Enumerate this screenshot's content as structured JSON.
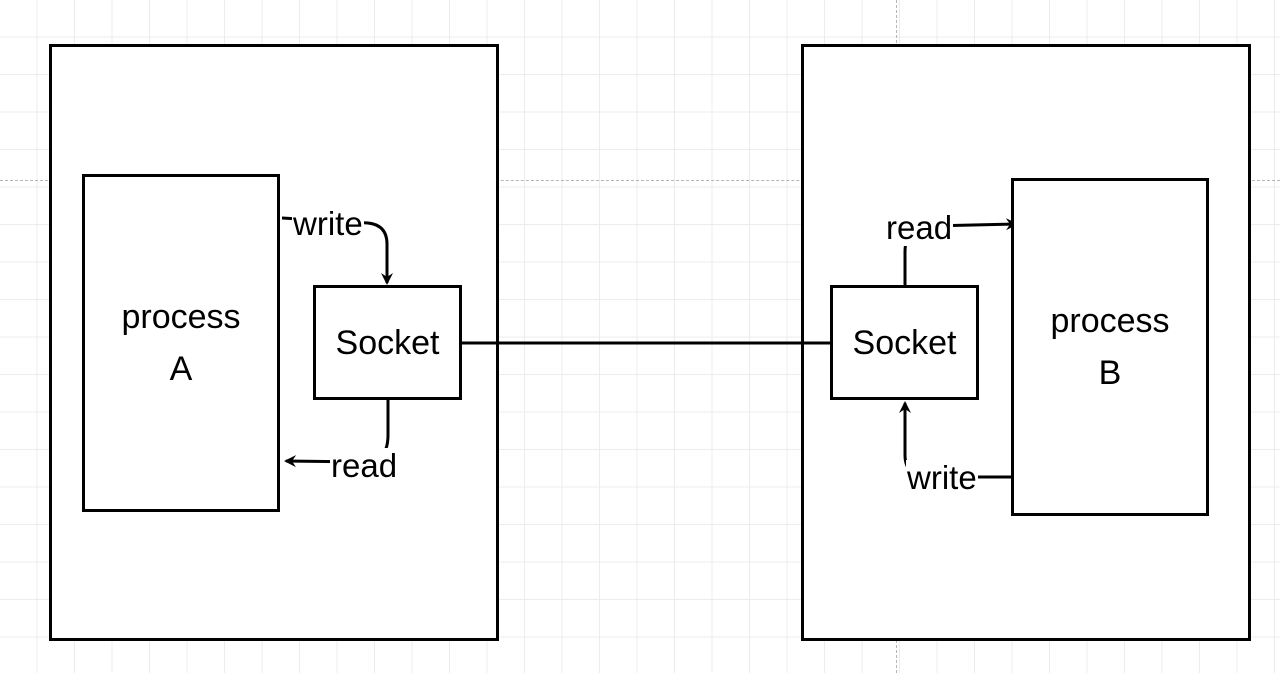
{
  "diagram": {
    "hosts": [
      {
        "process": {
          "line1": "process",
          "line2": "A"
        },
        "socket": {
          "label": "Socket"
        },
        "edges": {
          "write": "write",
          "read": "read"
        }
      },
      {
        "process": {
          "line1": "process",
          "line2": "B"
        },
        "socket": {
          "label": "Socket"
        },
        "edges": {
          "write": "write",
          "read": "read"
        }
      }
    ],
    "colors": {
      "stroke": "#000000",
      "grid": "#ececec",
      "guide": "#b5b5b5"
    }
  }
}
